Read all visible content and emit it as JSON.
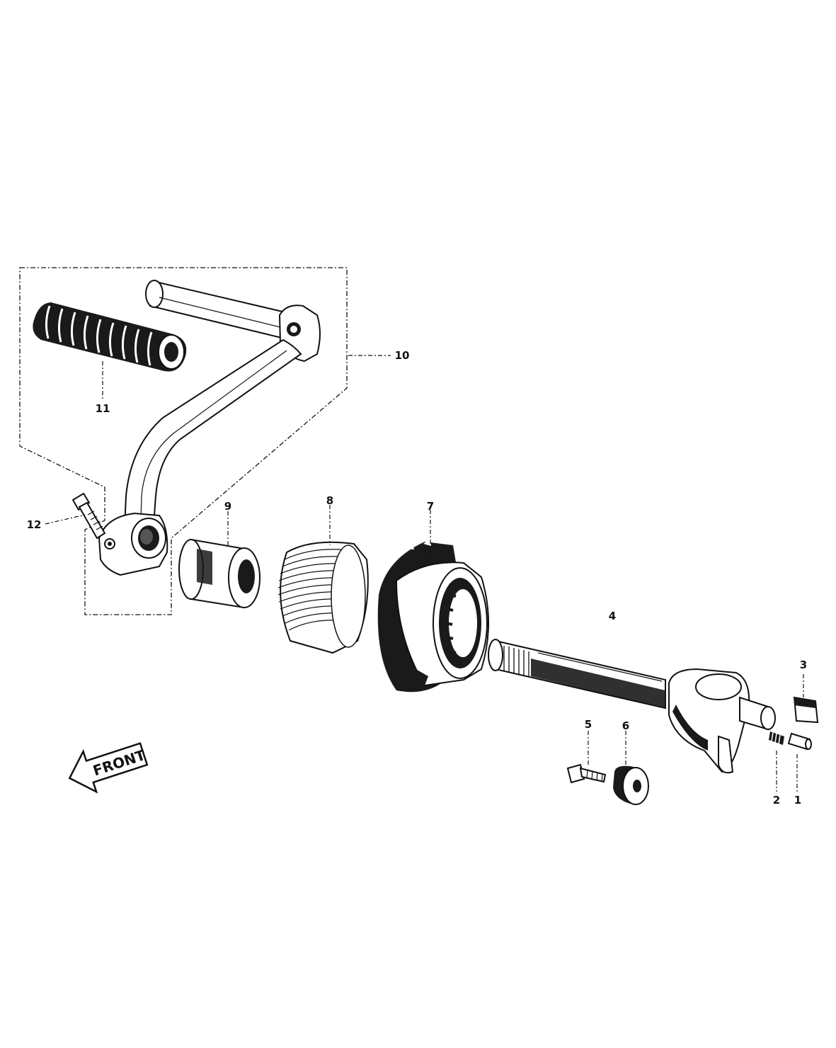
{
  "diagram": {
    "front_marker": "FRONT",
    "callouts": [
      {
        "id": "1",
        "text": "1"
      },
      {
        "id": "2",
        "text": "2"
      },
      {
        "id": "3",
        "text": "3"
      },
      {
        "id": "4",
        "text": "4"
      },
      {
        "id": "5",
        "text": "5"
      },
      {
        "id": "6",
        "text": "6"
      },
      {
        "id": "7",
        "text": "7"
      },
      {
        "id": "8",
        "text": "8"
      },
      {
        "id": "9",
        "text": "9"
      },
      {
        "id": "10",
        "text": "10"
      },
      {
        "id": "11",
        "text": "11"
      },
      {
        "id": "12",
        "text": "12"
      }
    ]
  }
}
